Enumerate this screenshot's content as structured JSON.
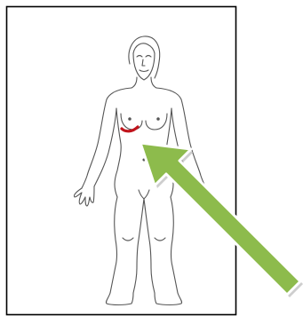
{
  "figure": {
    "subject": "front-view-female-body-outline",
    "frame_color": "#000000",
    "outline_color": "#555555",
    "marker": {
      "region": "right-breast-underside",
      "color": "#c0141c"
    },
    "pointer_arrow": {
      "fill_color": "#8dbb4c",
      "edge_color": "#ffffff",
      "shadow_color": "#b9b9b9",
      "direction": "up-left"
    }
  }
}
